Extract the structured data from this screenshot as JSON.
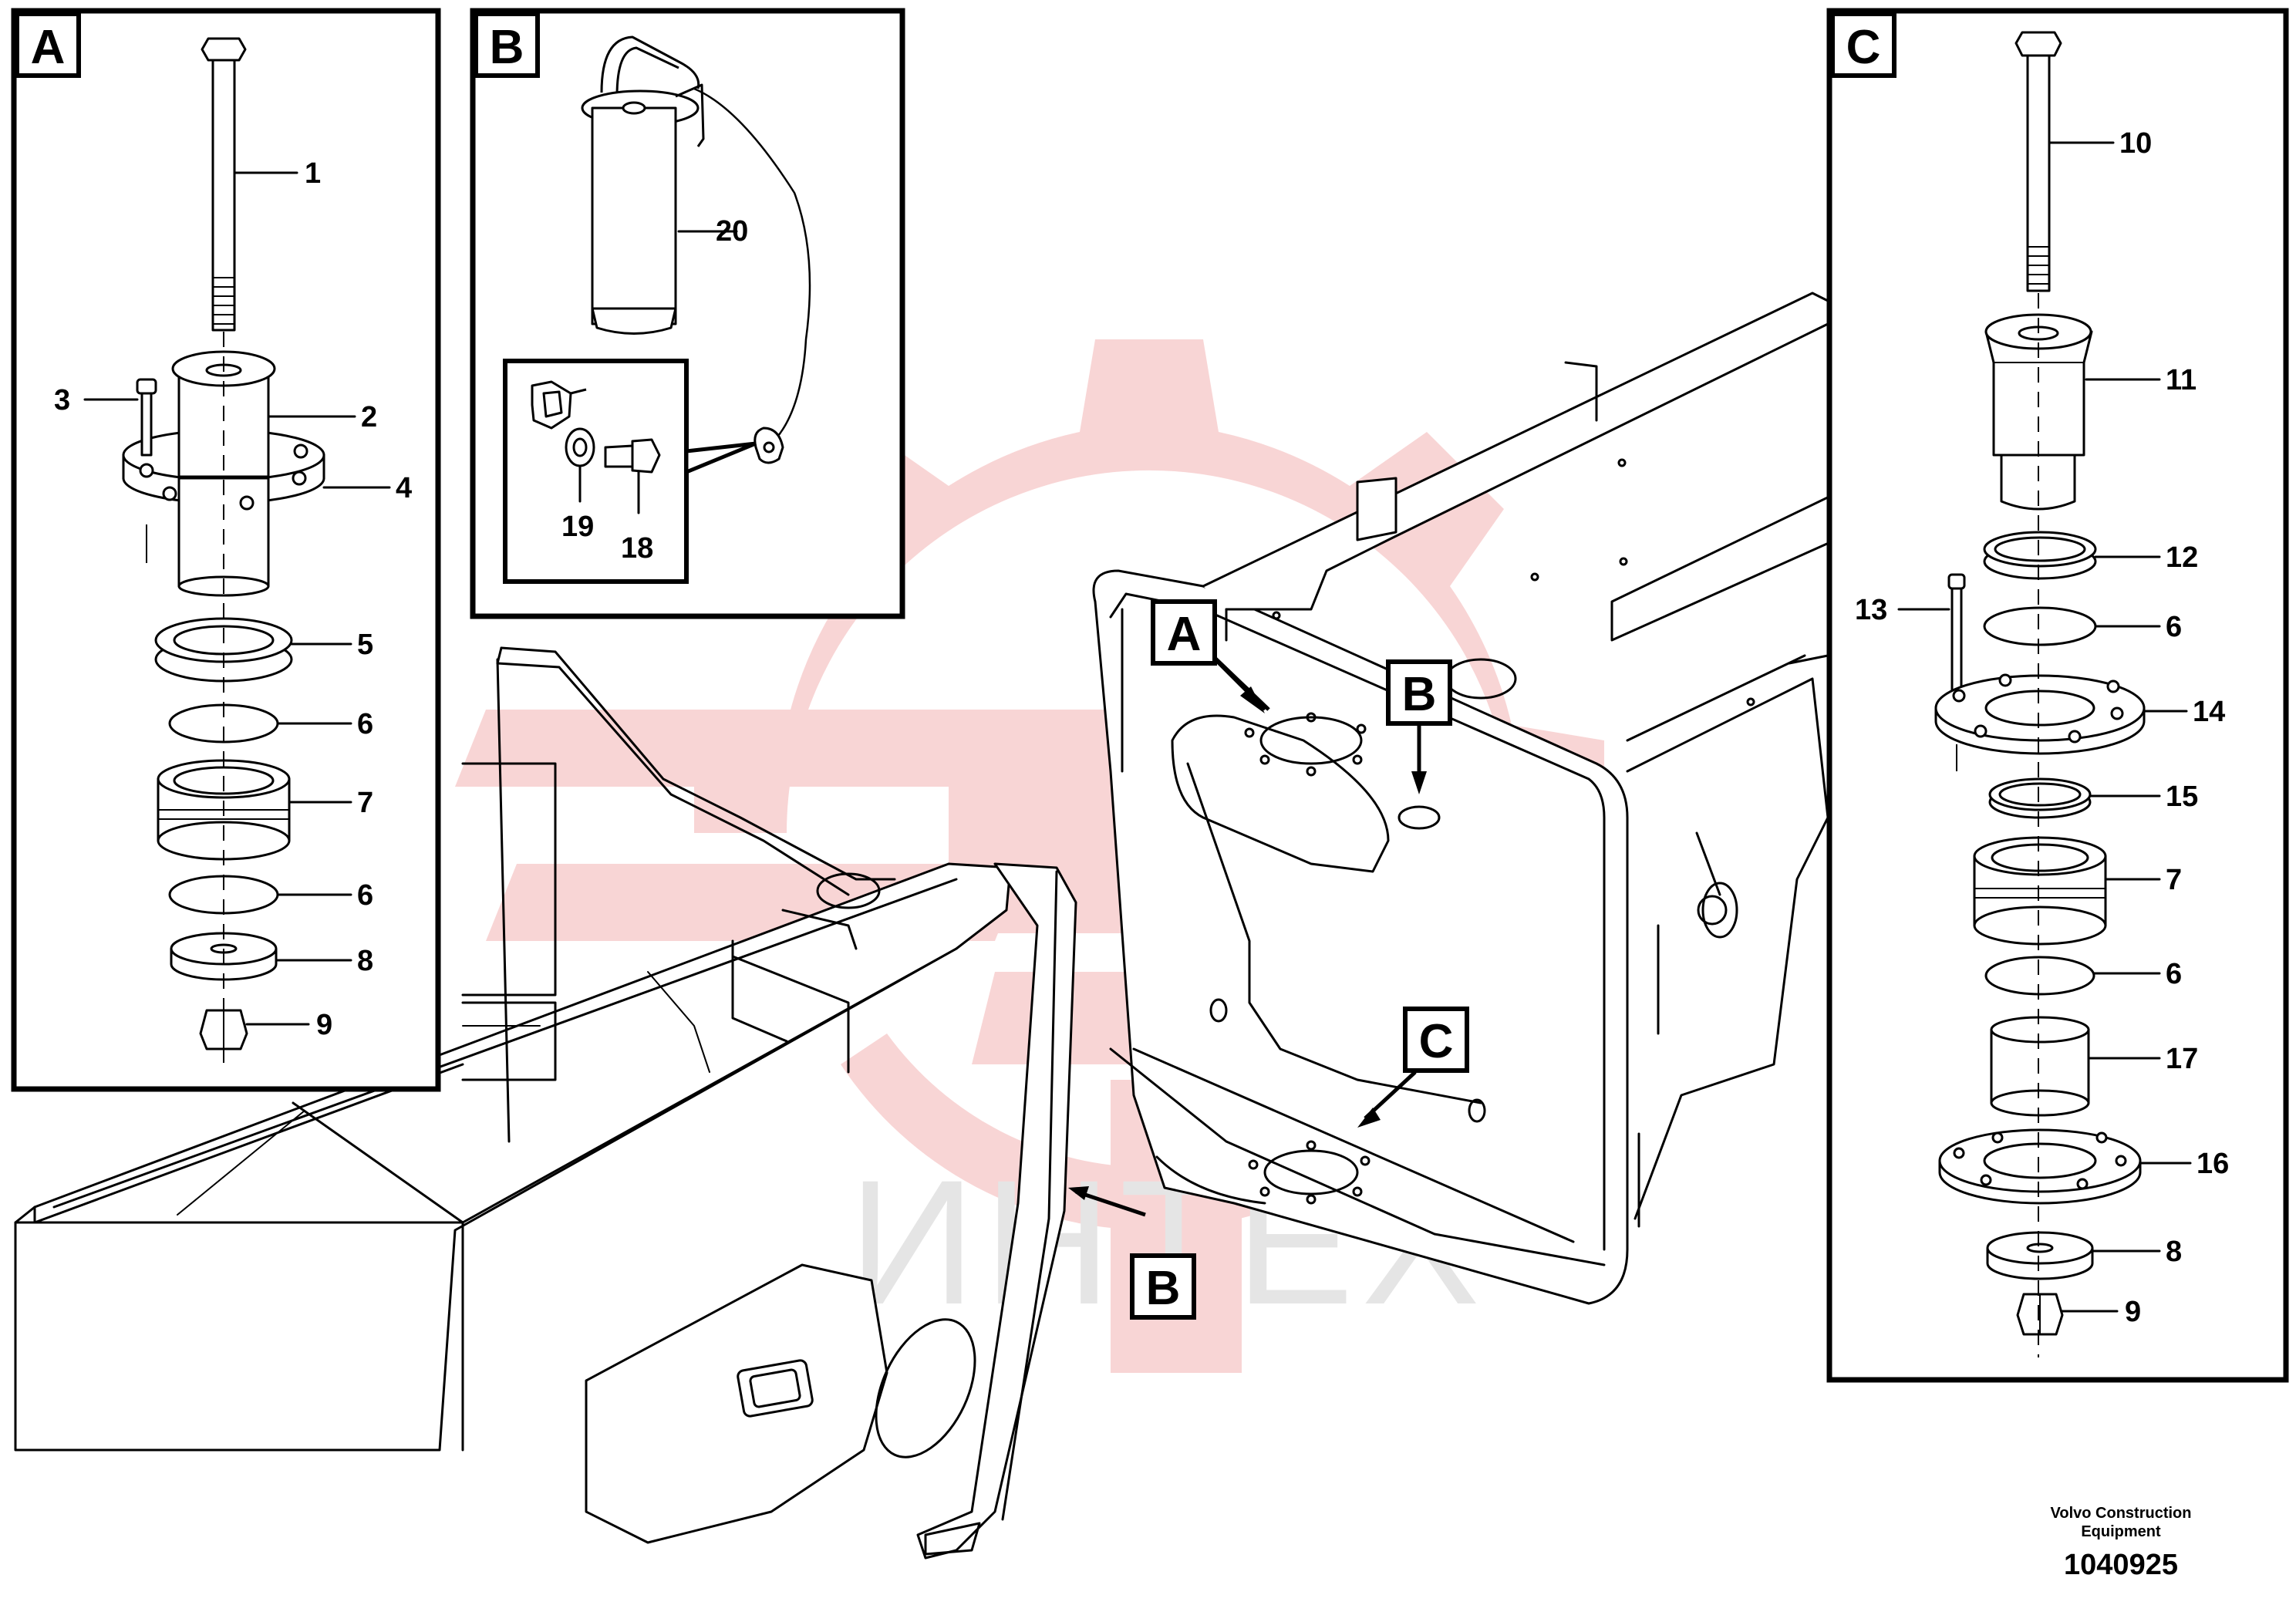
{
  "panels": {
    "a": {
      "letter": "A",
      "callouts": [
        "1",
        "2",
        "3",
        "4",
        "5",
        "6",
        "7",
        "6",
        "8",
        "9"
      ]
    },
    "b": {
      "letter": "B",
      "callouts": [
        "20",
        "19",
        "18"
      ]
    },
    "c": {
      "letter": "C",
      "callouts": [
        "10",
        "11",
        "12",
        "13",
        "6",
        "14",
        "15",
        "7",
        "6",
        "17",
        "16",
        "8",
        "9"
      ]
    }
  },
  "frame_markers": [
    "A",
    "B",
    "C",
    "B"
  ],
  "watermark": {
    "text": "ИНТЕХ",
    "gear_color": "#f4b4b4",
    "text_color": "#d9d9d9"
  },
  "footer": {
    "manufacturer": "Volvo Construction Equipment",
    "document_number": "1040925"
  }
}
